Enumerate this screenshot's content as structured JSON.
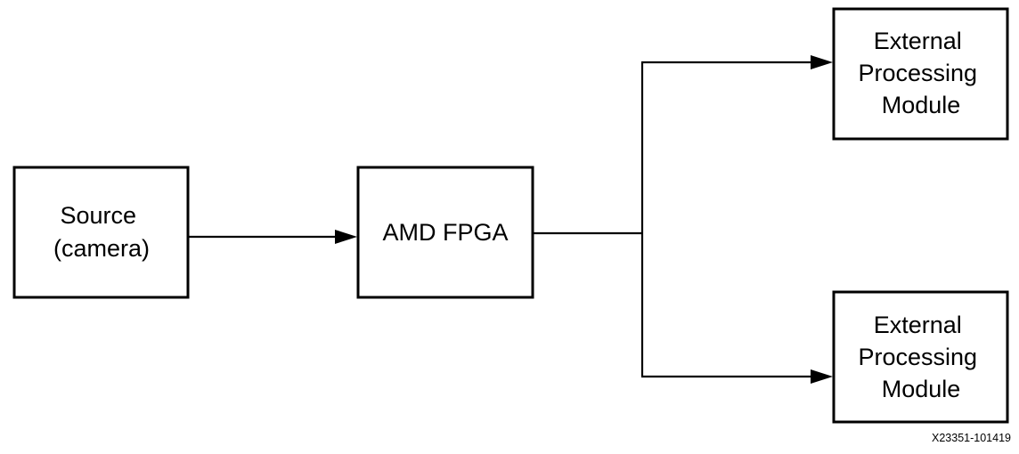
{
  "nodes": {
    "source": {
      "lines": [
        "Source",
        "(camera)"
      ]
    },
    "fpga": {
      "lines": [
        "AMD FPGA"
      ]
    },
    "ext_top": {
      "lines": [
        "External",
        "Processing",
        "Module"
      ]
    },
    "ext_bottom": {
      "lines": [
        "External",
        "Processing",
        "Module"
      ]
    }
  },
  "connections": [
    {
      "from": "source",
      "to": "fpga"
    },
    {
      "from": "fpga",
      "to": "ext_top"
    },
    {
      "from": "fpga",
      "to": "ext_bottom"
    }
  ],
  "figure_id": "X23351-101419"
}
